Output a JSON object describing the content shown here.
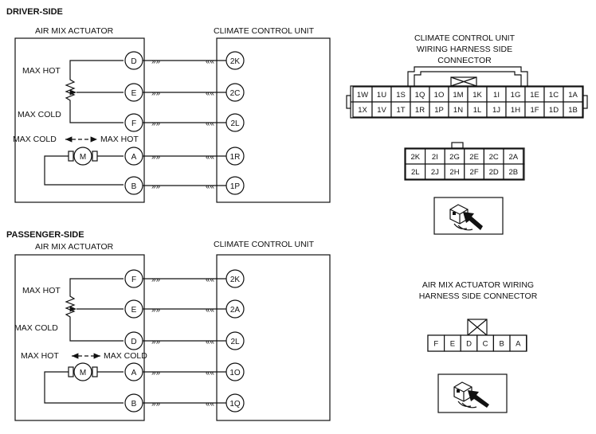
{
  "driver": {
    "title": "DRIVER-SIDE",
    "actuator_label": "AIR MIX ACTUATOR",
    "ccu_label": "CLIMATE CONTROL UNIT",
    "max_hot": "MAX HOT",
    "max_cold": "MAX COLD",
    "motor_dir_left": "MAX COLD",
    "motor_dir_right": "MAX HOT",
    "motor": "M",
    "pins": [
      {
        "actuator": "D",
        "ccu": "2K"
      },
      {
        "actuator": "E",
        "ccu": "2C"
      },
      {
        "actuator": "F",
        "ccu": "2L"
      },
      {
        "actuator": "A",
        "ccu": "1R"
      },
      {
        "actuator": "B",
        "ccu": "1P"
      }
    ]
  },
  "passenger": {
    "title": "PASSENGER-SIDE",
    "actuator_label": "AIR MIX ACTUATOR",
    "ccu_label": "CLIMATE CONTROL UNIT",
    "max_hot": "MAX HOT",
    "max_cold": "MAX COLD",
    "motor_dir_left": "MAX HOT",
    "motor_dir_right": "MAX COLD",
    "motor": "M",
    "pins": [
      {
        "actuator": "F",
        "ccu": "2K"
      },
      {
        "actuator": "E",
        "ccu": "2A"
      },
      {
        "actuator": "D",
        "ccu": "2L"
      },
      {
        "actuator": "A",
        "ccu": "1O"
      },
      {
        "actuator": "B",
        "ccu": "1Q"
      }
    ]
  },
  "ccu_connector": {
    "title_lines": [
      "CLIMATE CONTROL UNIT",
      "WIRING HARNESS SIDE",
      "CONNECTOR"
    ],
    "row1": [
      "1W",
      "1U",
      "1S",
      "1Q",
      "1O",
      "1M",
      "1K",
      "1I",
      "1G",
      "1E",
      "1C",
      "1A"
    ],
    "row2": [
      "1X",
      "1V",
      "1T",
      "1R",
      "1P",
      "1N",
      "1L",
      "1J",
      "1H",
      "1F",
      "1D",
      "1B"
    ],
    "small_row1": [
      "2K",
      "2I",
      "2G",
      "2E",
      "2C",
      "2A"
    ],
    "small_row2": [
      "2L",
      "2J",
      "2H",
      "2F",
      "2D",
      "2B"
    ]
  },
  "actuator_connector": {
    "title_lines": [
      "AIR MIX ACTUATOR WIRING",
      "HARNESS SIDE CONNECTOR"
    ],
    "pins": [
      "F",
      "E",
      "D",
      "C",
      "B",
      "A"
    ]
  }
}
